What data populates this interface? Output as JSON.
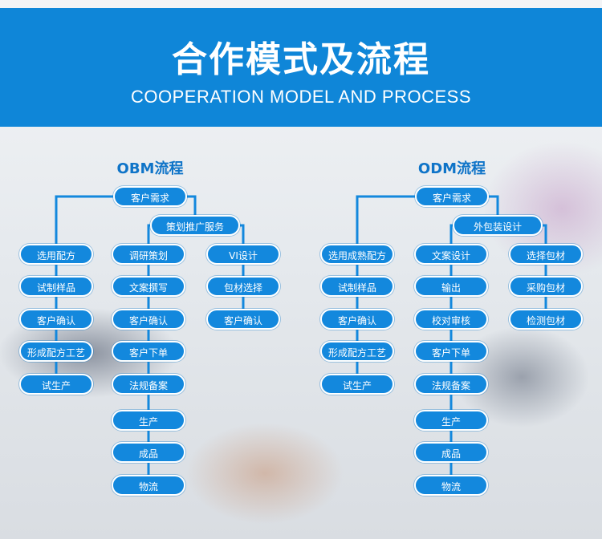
{
  "header": {
    "title": "合作模式及流程",
    "subtitle": "COOPERATION MODEL AND PROCESS"
  },
  "colors": {
    "accent": "#0f86d8",
    "box": "#1388dd",
    "title_text": "#0f74c8"
  },
  "obm": {
    "title": "OBM流程",
    "root": "客户需求",
    "left_chain": [
      "选用配方",
      "试制样品",
      "客户确认",
      "形成配方工艺",
      "试生产"
    ],
    "branch": "策划推广服务",
    "middle_chain": [
      "调研策划",
      "文案撰写",
      "客户确认",
      "客户下单",
      "法规备案",
      "生产",
      "成品",
      "物流"
    ],
    "right_chain": [
      "VI设计",
      "包材选择",
      "客户确认"
    ]
  },
  "odm": {
    "title": "ODM流程",
    "root": "客户需求",
    "left_chain": [
      "选用成熟配方",
      "试制样品",
      "客户确认",
      "形成配方工艺",
      "试生产"
    ],
    "branch": "外包装设计",
    "middle_chain": [
      "文案设计",
      "输出",
      "校对审核",
      "客户下单",
      "法规备案",
      "生产",
      "成品",
      "物流"
    ],
    "right_chain": [
      "选择包材",
      "采购包材",
      "检测包材"
    ]
  }
}
